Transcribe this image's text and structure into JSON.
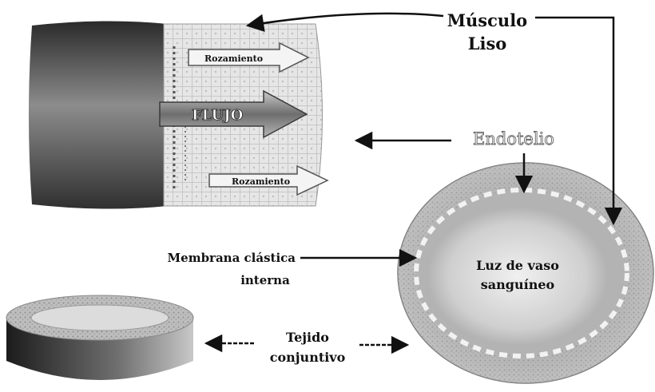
{
  "labels": {
    "musculo_liso_line1": "Músculo",
    "musculo_liso_line2": "Liso",
    "endotelio": "Endotelio",
    "membrana_line1": "Membrana clástica",
    "membrana_line2": "interna",
    "luz_line1": "Luz de vaso",
    "luz_line2": "sanguíneo",
    "tejido_line1": "Tejido",
    "tejido_line2": "conjuntivo",
    "flujo": "FLUJO",
    "rozamiento_top": "Rozamiento",
    "rozamiento_bottom": "Rozamiento"
  },
  "colors": {
    "ink": "#111111",
    "vessel_dark": "#2e2e2e",
    "vessel_mid": "#8a8a8a",
    "vessel_light": "#d2d2d2",
    "background": "#ffffff"
  }
}
